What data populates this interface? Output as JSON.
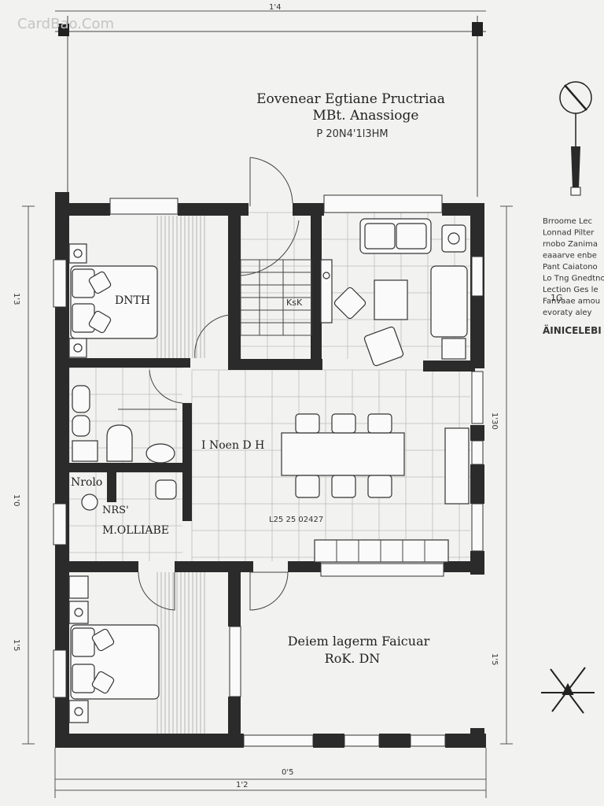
{
  "watermark": "CardBao.Com",
  "title": {
    "line1": "Eovenear Egtiane Pructriaa",
    "line2": "MBt. Anassioge",
    "line3": "P 20N4'1l3HM"
  },
  "rooms": {
    "bedroom_top": "DNTH",
    "stair": "KsK",
    "main": "I Noen D H",
    "wc": "Nrolo",
    "ns": "NRS'",
    "mollabe": "M.OLLIABE",
    "center_note": "L25  25  02427",
    "bottom_line1": "Deiem lagerm Faicuar",
    "bottom_line2": "RoK. DN"
  },
  "legend": {
    "lines": [
      "Brroome  Lec",
      "Lonnad  Pilter",
      "rnobo  Zanima",
      "eaaarve  enbe",
      "Pant  Caiatono",
      "Lo  Tng  Gnedtno",
      "Lection  Ges  le",
      "Fanvaae  amou",
      "evoraty aley"
    ],
    "code": "1G",
    "heading": "ÄINICELEBI"
  },
  "dimensions": {
    "top": "1'4",
    "bottom": "1'2",
    "bottom_sub": "0'5",
    "left_top": "1'3",
    "left_mid": "1'0",
    "left_bottom": "1'5",
    "right_top": "1'30",
    "right_bottom": "1'5"
  }
}
